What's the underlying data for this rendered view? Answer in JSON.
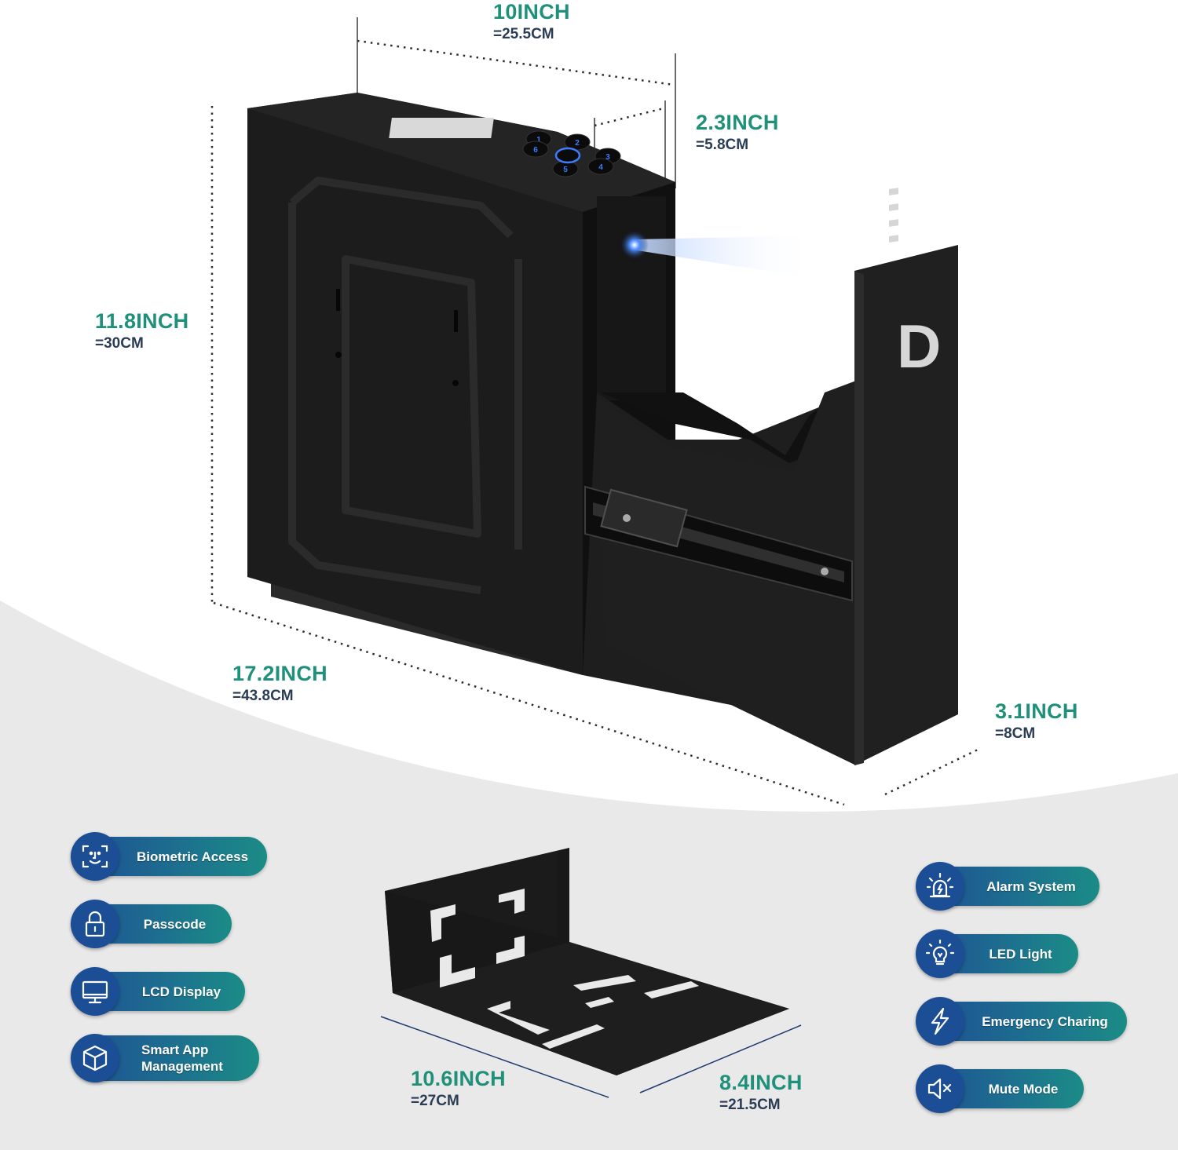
{
  "dimensions": {
    "width": {
      "inch": "10INCH",
      "cm": "=25.5CM"
    },
    "depth": {
      "inch": "2.3INCH",
      "cm": "=5.8CM"
    },
    "height": {
      "inch": "11.8INCH",
      "cm": "=30CM"
    },
    "length": {
      "inch": "17.2INCH",
      "cm": "=43.8CM"
    },
    "panel": {
      "inch": "3.1INCH",
      "cm": "=8CM"
    },
    "bracket_length": {
      "inch": "10.6INCH",
      "cm": "=27CM"
    },
    "bracket_width": {
      "inch": "8.4INCH",
      "cm": "=21.5CM"
    }
  },
  "features_left": [
    {
      "label": "Biometric Access",
      "icon": "face-scan-icon"
    },
    {
      "label": "Passcode",
      "icon": "padlock-icon"
    },
    {
      "label": "LCD Display",
      "icon": "monitor-icon"
    },
    {
      "label_line1": "Smart App",
      "label_line2": "Management",
      "icon": "cube-icon"
    }
  ],
  "features_right": [
    {
      "label": "Alarm System",
      "icon": "alarm-icon"
    },
    {
      "label": "LED Light",
      "icon": "lightbulb-icon"
    },
    {
      "label": "Emergency Charing",
      "icon": "lightning-icon"
    },
    {
      "label": "Mute Mode",
      "icon": "mute-speaker-icon"
    }
  ],
  "keypad": [
    "1",
    "2",
    "3",
    "4",
    "5",
    "6"
  ],
  "brand_logo": "D",
  "colors": {
    "accent_green": "#1f9079",
    "sub_text": "#2a3d55",
    "pill_blue": "#1d4f94",
    "pill_teal": "#1b8c86",
    "safe_black": "#1b1b1b",
    "background_gray": "#e9e9e9"
  }
}
